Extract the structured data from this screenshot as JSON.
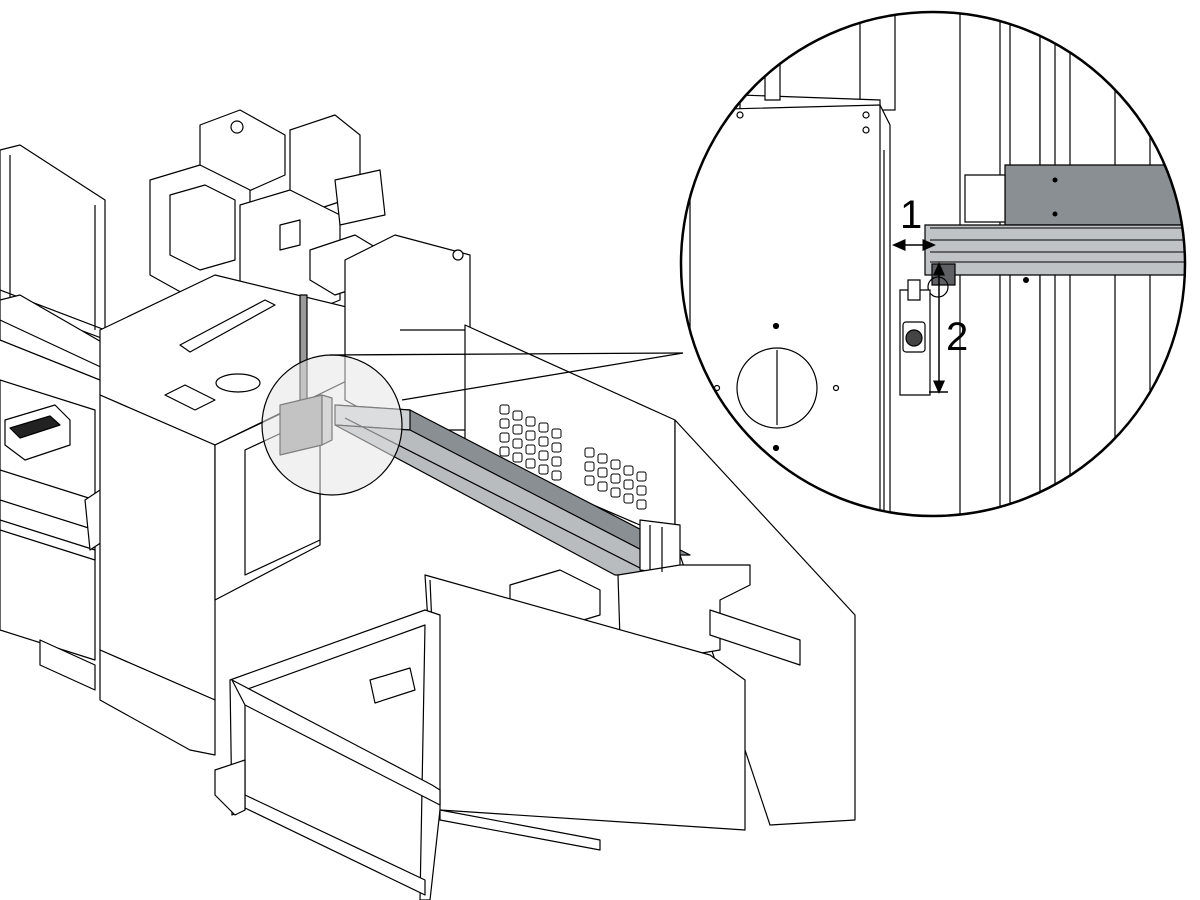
{
  "callouts": {
    "gap_horizontal": "1",
    "gap_vertical": "2"
  },
  "colors": {
    "line": "#000000",
    "panel": "#ffffff",
    "rail_shade": "#8a8f93",
    "magnifier_shade": "#e6e6e6"
  },
  "icons": [
    "magnifier-circle",
    "detail-zoom-circle",
    "dimension-arrow-horizontal",
    "dimension-arrow-vertical"
  ]
}
